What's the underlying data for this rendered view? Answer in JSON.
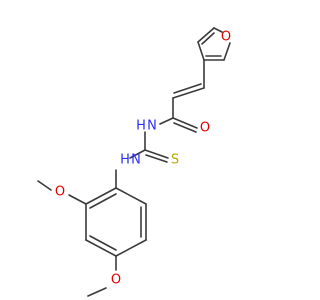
{
  "molecule": {
    "atoms": {
      "furan_o": "O",
      "carbonyl_o": "O",
      "amide_nh": "N",
      "amide_h": "H",
      "thio_nh": "N",
      "thio_h": "H",
      "thione_s": "S",
      "methoxy_o1": "O",
      "methoxy_o2": "O"
    }
  },
  "colors": {
    "bond": "#3a3a3a",
    "oxygen": "#e00000",
    "nitrogen": "#2c2cff",
    "sulfur": "#b8a800"
  }
}
